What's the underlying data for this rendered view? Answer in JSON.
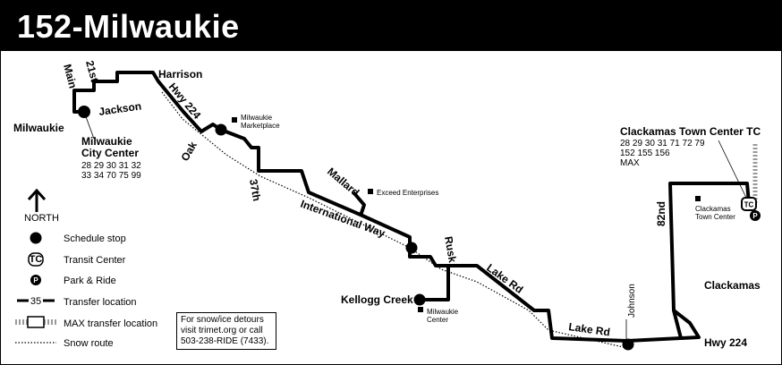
{
  "title": "152-Milwaukie",
  "colors": {
    "route": "#000000",
    "header_bg": "#000000",
    "header_text": "#ffffff",
    "snow_route": "#000000"
  },
  "streets": {
    "main": "Main",
    "st21": "21st",
    "harrison": "Harrison",
    "jackson": "Jackson",
    "hwy224_west": "Hwy 224",
    "oak": "Oak",
    "st37": "37th",
    "mallard": "Mallard",
    "international_way": "International Way",
    "rusk": "Rusk",
    "lake_rd_upper": "Lake Rd",
    "lake_rd_lower": "Lake Rd",
    "johnson": "Johnson",
    "st82": "82nd",
    "hwy224_east": "Hwy 224"
  },
  "places": {
    "milwaukie": "Milwaukie",
    "milwaukie_city_center": [
      "Milwaukie",
      "City Center"
    ],
    "mcc_transfers": [
      "28 29 30 31 32",
      "33 34 70 75 99"
    ],
    "milwaukie_marketplace": [
      "Milwaukie",
      "Marketplace"
    ],
    "exceed": "Exceed Enterprises",
    "kellogg_creek": "Kellogg Creek",
    "milwaukie_center": [
      "Milwaukie",
      "Center"
    ],
    "cttc": "Clackamas Town Center TC",
    "cttc_transfers": [
      "28 29 30 31 71 72 79",
      "152 155 156",
      "MAX"
    ],
    "clackamas_town_center": [
      "Clackamas",
      "Town Center"
    ],
    "clackamas": "Clackamas"
  },
  "legend": {
    "north": "NORTH",
    "schedule_stop": "Schedule stop",
    "transit_center": "Transit Center",
    "tc_badge": "TC",
    "park_ride": "Park & Ride",
    "pr_badge": "P",
    "transfer_location": "Transfer location",
    "transfer_number": "35",
    "max_transfer": "MAX transfer location",
    "snow_route": "Snow route"
  },
  "note": [
    "For snow/ice detours",
    "visit trimet.org or call",
    "503-238-RIDE (7433)."
  ]
}
